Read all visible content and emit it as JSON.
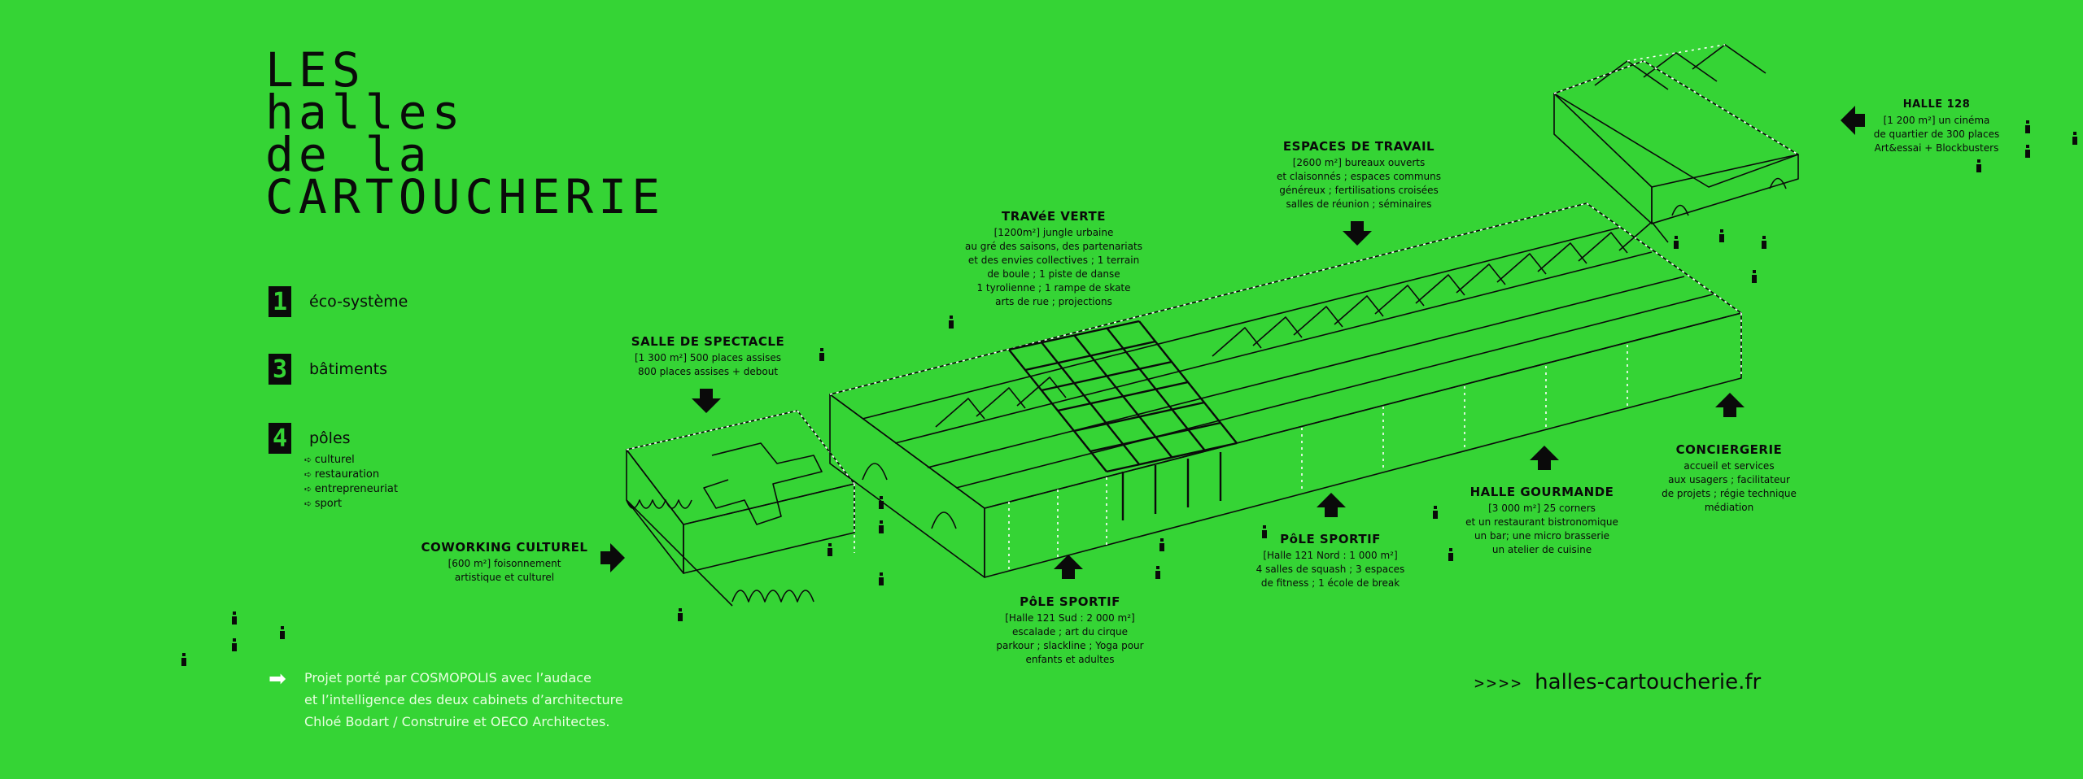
{
  "title": {
    "line1": "LES",
    "line2": "halles",
    "line3": "de la",
    "line4": "CARTOUCHERIE"
  },
  "stats": [
    {
      "num": "1",
      "label": "éco-système"
    },
    {
      "num": "3",
      "label": "bâtiments"
    },
    {
      "num": "4",
      "label": "pôles"
    }
  ],
  "poles": [
    "culturel",
    "restauration",
    "entrepreneuriat",
    "sport"
  ],
  "labels": {
    "spectacle": {
      "heading": "SALLE DE SPECTACLE",
      "l1": "[1 300 m²] 500 places assises",
      "l2": "800 places assises + debout"
    },
    "coworking": {
      "heading": "COWORKING CULTUREL",
      "l1": "[600 m²] foisonnement",
      "l2": "artistique et culturel"
    },
    "travee": {
      "heading": "TRAVéE VERTE",
      "l1": "[1200m²] jungle urbaine",
      "l2": "au gré des saisons, des partenariats",
      "l3": "et des envies collectives ; 1 terrain",
      "l4": "de boule ; 1 piste de danse",
      "l5": "1 tyrolienne ; 1 rampe de skate",
      "l6": "arts de rue ; projections"
    },
    "travail": {
      "heading": "ESPACES DE TRAVAIL",
      "l1": "[2600 m²] bureaux ouverts",
      "l2": "et claisonnés ; espaces communs",
      "l3": "généreux ; fertilisations croisées",
      "l4": "salles de réunion ; séminaires"
    },
    "halle128": {
      "heading": "HALLE 128",
      "l1": "[1 200 m²] un cinéma",
      "l2": "de quartier de 300 places",
      "l3": "Art&essai + Blockbusters"
    },
    "sportifSud": {
      "heading": "PôLE SPORTIF",
      "l1": "[Halle 121 Sud : 2 000 m²]",
      "l2": "escalade ; art du cirque",
      "l3": "parkour ; slackline ; Yoga pour",
      "l4": "enfants et adultes"
    },
    "sportifNord": {
      "heading": "PôLE SPORTIF",
      "l1": "[Halle 121 Nord : 1 000 m²]",
      "l2": "4 salles de squash ; 3 espaces",
      "l3": "de fitness ; 1 école de break"
    },
    "gourmande": {
      "heading": "HALLE GOURMANDE",
      "l1": "[3 000 m²] 25 corners",
      "l2": "et un restaurant bistronomique",
      "l3": "un bar; une micro brasserie",
      "l4": "un atelier de cuisine"
    },
    "conciergerie": {
      "heading": "CONCIERGERIE",
      "l1": "accueil et services",
      "l2": "aux usagers ; facilitateur",
      "l3": "de projets ; régie technique",
      "l4": "médiation"
    }
  },
  "credits": {
    "l1": "Projet porté par COSMOPOLIS avec l’audace",
    "l2": "et l’intelligence des deux cabinets d’architecture",
    "l3": "Chloé Bodart / Construire et OECO Architectes."
  },
  "site": {
    "chevrons": ">>>>",
    "url": "halles-cartoucherie.fr"
  },
  "colors": {
    "background": "#35d435",
    "ink": "#0a0a0a",
    "highlight": "#ffffff"
  },
  "icons": [
    "arrow-down-icon",
    "arrow-up-icon",
    "arrow-right-icon",
    "arrow-left-icon",
    "person-icon"
  ]
}
